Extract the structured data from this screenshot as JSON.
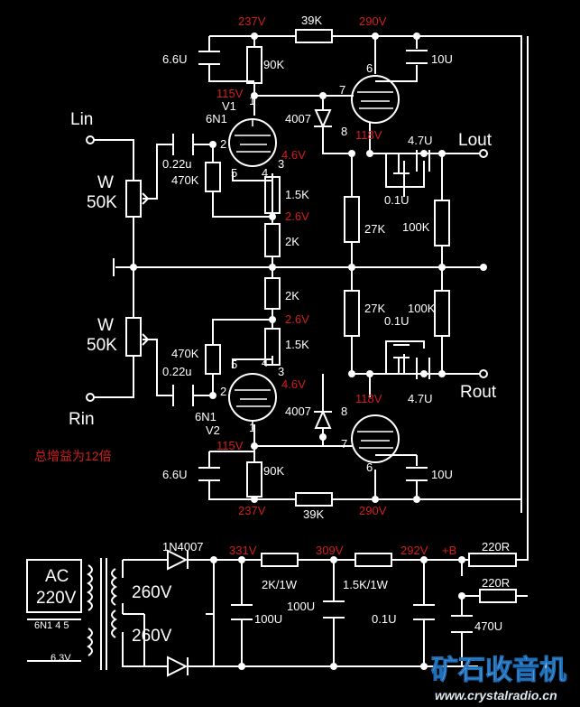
{
  "channels": {
    "lin": "Lin",
    "rin": "Rin",
    "lout": "Lout",
    "rout": "Rout"
  },
  "tubes": {
    "v1": "V1",
    "v1_type": "6N1",
    "v2": "V2",
    "v2_type": "6N1"
  },
  "pins": {
    "p1": "1",
    "p2": "2",
    "p3": "3",
    "p4": "4",
    "p5": "5",
    "p6": "6",
    "p7": "7",
    "p8": "8"
  },
  "components": {
    "pot_w": "W",
    "pot_value": "50K",
    "cap_input": "0.22u",
    "res_grid": "470K",
    "res_cathode": "1.5K",
    "res_2k": "2K",
    "res_plate": "90K",
    "cap_66": "6.6U",
    "res_39k": "39K",
    "cap_10": "10U",
    "diode_4007": "4007",
    "res_27k": "27K",
    "res_100k": "100K",
    "cap_47": "4.7U",
    "cap_01": "0.1U"
  },
  "voltages": {
    "v237": "237V",
    "v290": "290V",
    "v115": "115V",
    "v118": "118V",
    "v46": "4.6V",
    "v26": "2.6V",
    "v331": "331V",
    "v309": "309V",
    "v292": "292V",
    "vb": "+B"
  },
  "power": {
    "ac_label": "AC",
    "ac_voltage": "220V",
    "sec_voltage": "260V",
    "heater_label": "6N1 4 5",
    "heater_voltage": "6.3V",
    "rectifier": "1N4007",
    "res_2k1w": "2K/1W",
    "res_15k1w": "1.5K/1W",
    "cap_100": "100U",
    "cap_01": "0.1U",
    "cap_470": "470U",
    "res_220r": "220R"
  },
  "note": "总增益为12倍",
  "watermark": {
    "logo": "矿石收音机",
    "url": "www.crystalradio.cn"
  },
  "colors": {
    "background": "#000000",
    "wire": "#ffffff",
    "voltage": "#d21e1e",
    "note": "#d21e1e"
  }
}
